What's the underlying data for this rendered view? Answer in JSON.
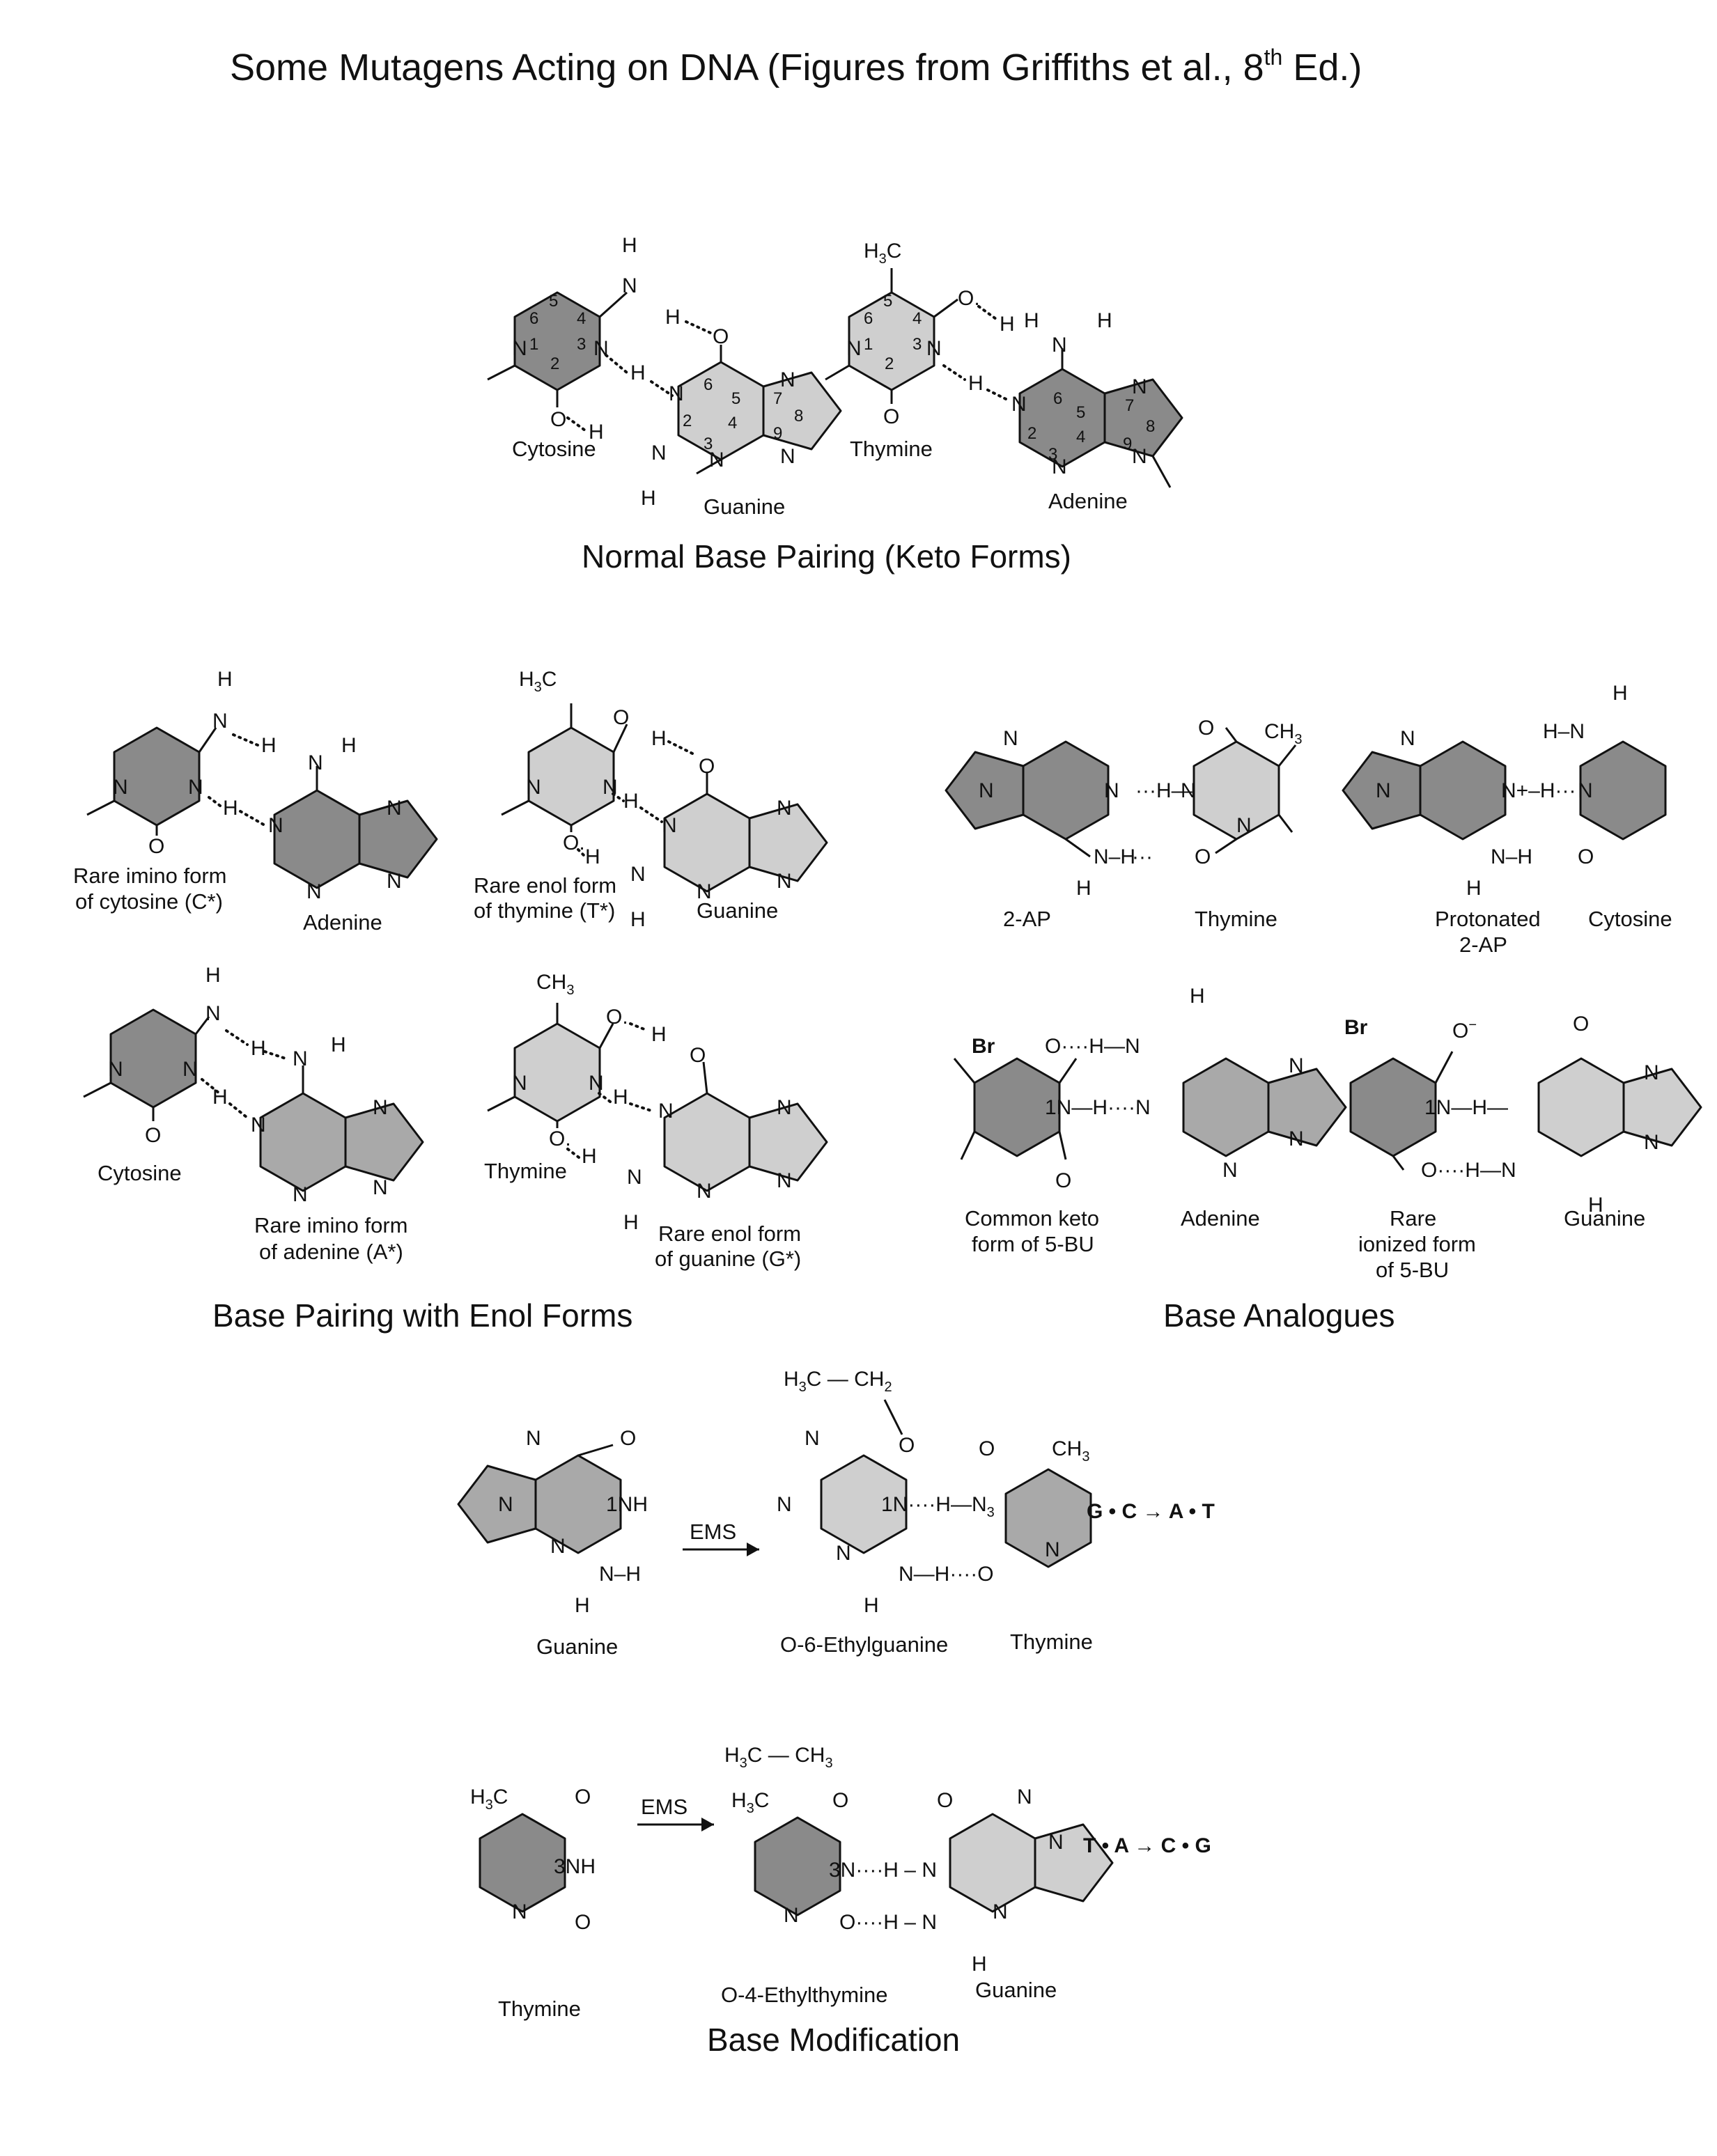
{
  "title": {
    "main": "Some Mutagens Acting on DNA (Figures from Griffiths et al., 8",
    "sup": "th",
    "tail": " Ed.)"
  },
  "colors": {
    "ring_dark": "#8a8a8a",
    "ring_mid": "#a9a9a9",
    "ring_light": "#cfcfcf",
    "ink": "#111111"
  },
  "sections": {
    "normal": {
      "title": "Normal Base Pairing (Keto Forms)",
      "labels": {
        "cytosine": "Cytosine",
        "guanine": "Guanine",
        "thymine": "Thymine",
        "adenine": "Adenine"
      }
    },
    "enol": {
      "title": "Base Pairing with Enol Forms",
      "labels": {
        "rare_imino_c_1": "Rare imino form",
        "rare_imino_c_2": "of cytosine (C*)",
        "adenine": "Adenine",
        "rare_enol_t_1": "Rare enol form",
        "rare_enol_t_2": "of thymine (T*)",
        "guanine": "Guanine",
        "cytosine": "Cytosine",
        "rare_imino_a_1": "Rare imino form",
        "rare_imino_a_2": "of adenine (A*)",
        "thymine": "Thymine",
        "rare_enol_g_1": "Rare enol form",
        "rare_enol_g_2": "of guanine (G*)"
      }
    },
    "analogues": {
      "title": "Base Analogues",
      "labels": {
        "ap2": "2-AP",
        "thymine": "Thymine",
        "protonated_1": "Protonated",
        "protonated_2": "2-AP",
        "cytosine": "Cytosine",
        "keto_1": "Common keto",
        "keto_2": "form of 5-BU",
        "adenine": "Adenine",
        "ionized_1": "Rare",
        "ionized_2": "ionized form",
        "ionized_3": "of 5-BU",
        "guanine": "Guanine"
      }
    },
    "modification": {
      "title": "Base Modification",
      "labels": {
        "guanine": "Guanine",
        "ems_1": "EMS",
        "o6": "O-6-Ethylguanine",
        "thymine": "Thymine",
        "gc_at": "G • C → A • T",
        "thymine2": "Thymine",
        "ems_2": "EMS",
        "o4": "O-4-Ethylthymine",
        "guanine2": "Guanine",
        "ta_cg": "T • A → C • G"
      }
    }
  }
}
